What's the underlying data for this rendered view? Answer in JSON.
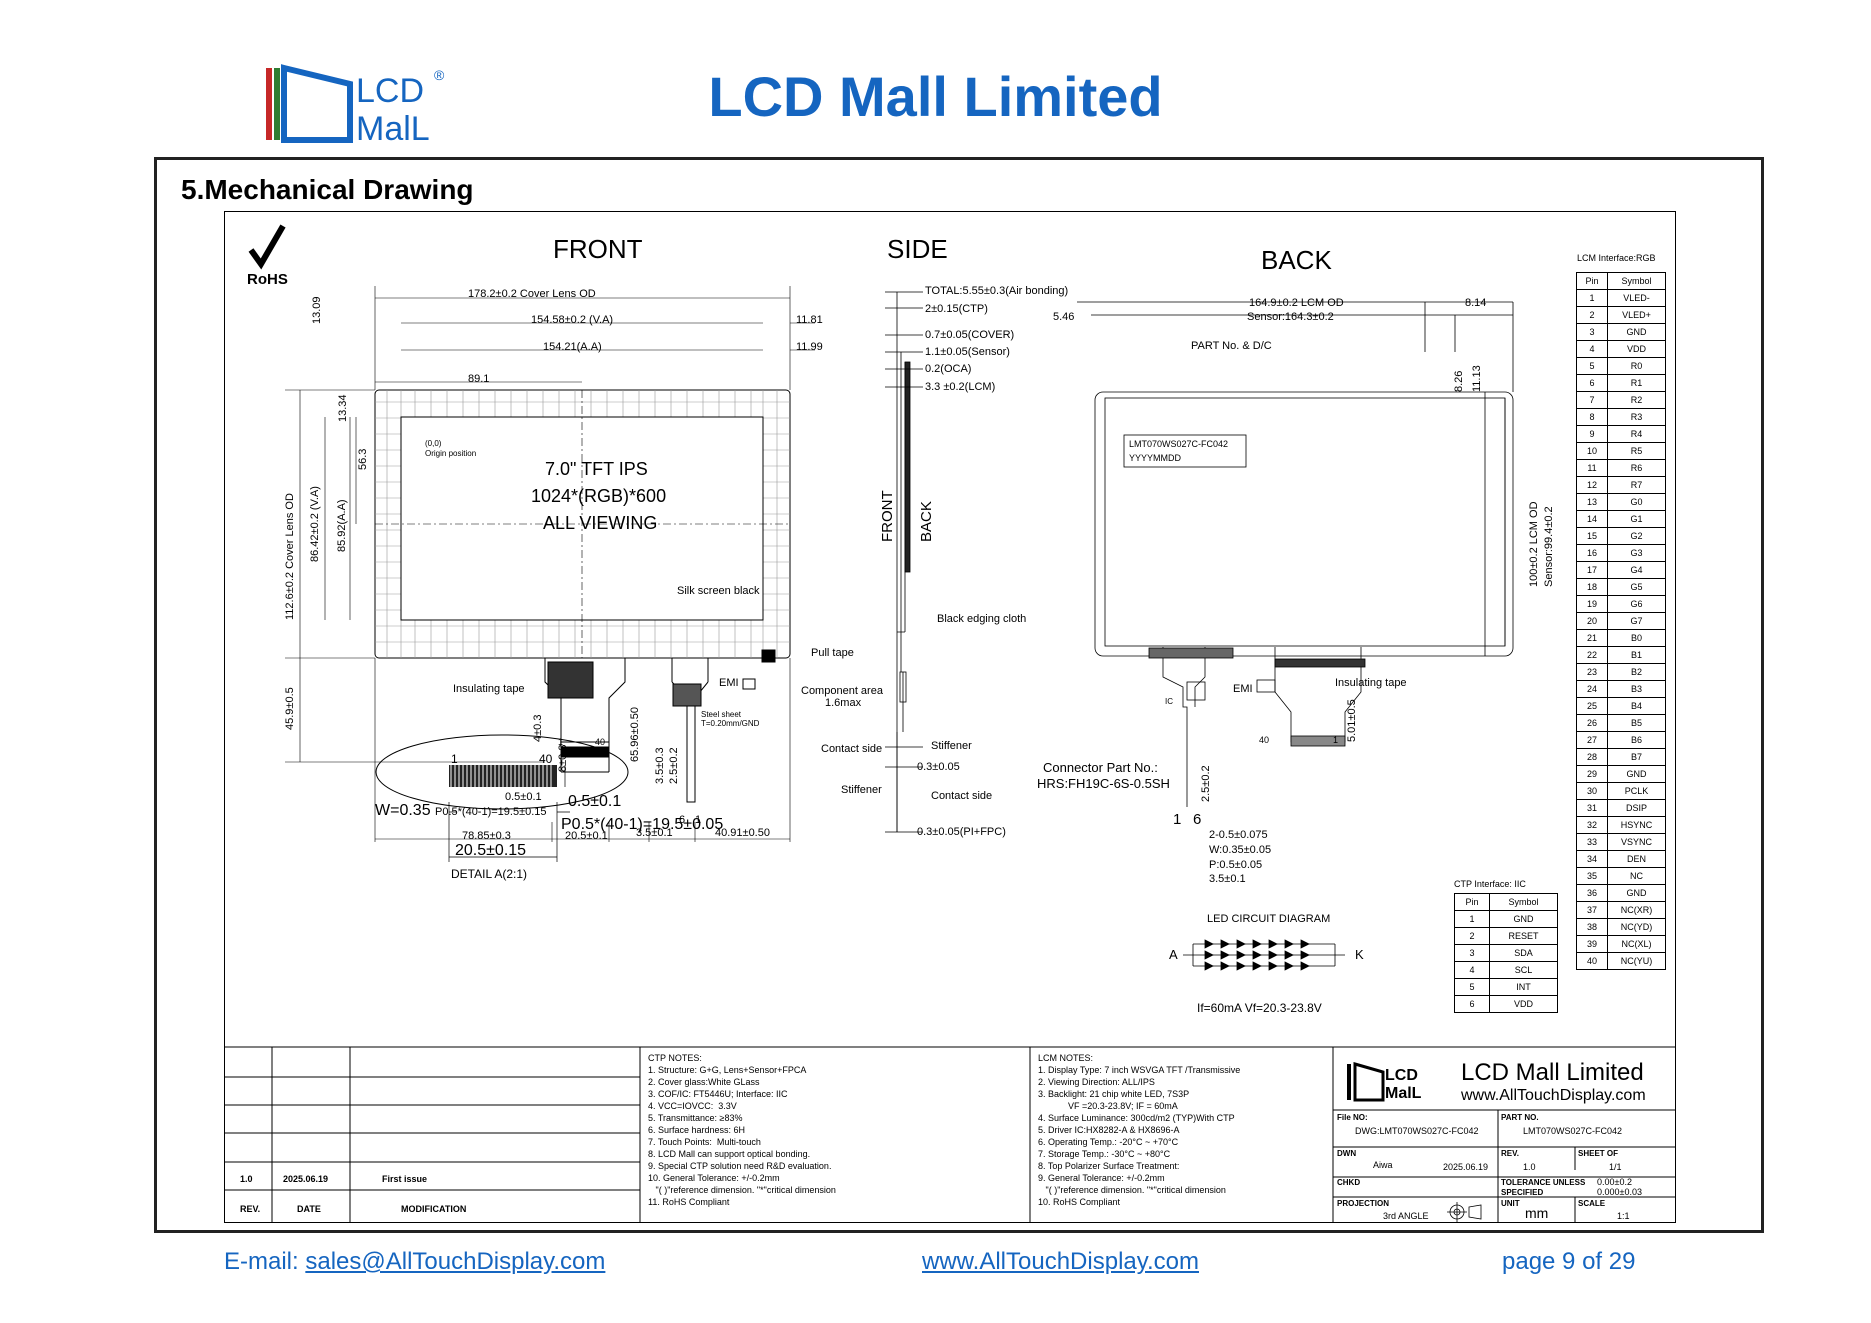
{
  "header": {
    "title": "LCD Mall Limited",
    "logo_text_top": "LCD",
    "logo_text_bottom": "MalL",
    "logo_reg": "®"
  },
  "section": {
    "title": "5.Mechanical Drawing"
  },
  "drawing": {
    "rohs": "RoHS",
    "views": {
      "front": "FRONT",
      "side": "SIDE",
      "back": "BACK"
    },
    "front": {
      "display_line1": "7.0\" TFT IPS",
      "display_line2": "1024*(RGB)*600",
      "display_line3": "ALL VIEWING",
      "origin": "(0,0)",
      "origin_label": "Origin position",
      "dim_cover_lens": "178.2±0.2  Cover Lens OD",
      "dim_va": "154.58±0.2 (V.A)",
      "dim_aa": "154.21(A.A)",
      "dim_89": "89.1",
      "dim_1181": "11.81",
      "dim_1199": "11.99",
      "dim_1309": "13.09",
      "dim_1334": "13.34",
      "dim_563": "56.3",
      "dim_v_cover": "112.6±0.2  Cover Lens OD",
      "dim_v_va": "86.42±0.2 (V.A)",
      "dim_v_aa": "85.92(A.A)",
      "silk": "Silk screen black",
      "pull_tape": "Pull tape",
      "insulating": "Insulating tape",
      "emi": "EMI",
      "steel_sheet": "Steel sheet",
      "steel_sheet2": "T=0.20mm/GND",
      "dim_459": "45.9±0.5",
      "dim_403": "4±0.3",
      "dim_6596": "65.96±0.50",
      "dim_35": "3.5±0.3",
      "dim_25": "2.5±0.2",
      "w": "W=0.35±0.03",
      "p05": "0.5±0.1",
      "pitch": "P0.5*(40-1)=19.5±0.15",
      "dim_7885": "78.85±0.3",
      "dim_205": "20.5±0.1",
      "dim_351": "3.5±0.1",
      "dim_4091": "40.91±0.50",
      "pin1": "1",
      "pin40": "40",
      "pin6": "6",
      "pin1b": "1"
    },
    "detail": {
      "pin1": "1",
      "pin40": "40",
      "w": "W=0.35",
      "p": "0.5±0.1",
      "pitch": "P0.5*(40-1)=19.5±0.05",
      "width": "20.5±0.15",
      "h": "8±0.3",
      "title": "DETAIL A(2:1)"
    },
    "side": {
      "total": "TOTAL:5.55±0.3(Air bonding)",
      "ctp": "2±0.15(CTP)",
      "cover": "0.7±0.05(COVER)",
      "sensor": "1.1±0.05(Sensor)",
      "oca": "0.2(OCA)",
      "lcm": "3.3 ±0.2(LCM)",
      "front": "FRONT",
      "back": "BACK",
      "black_edging": "Black edging cloth",
      "component": "Component area",
      "component2": "1.6max",
      "contact_side": "Contact side",
      "stiffener": "Stiffener",
      "d03": "0.3±0.05",
      "stiffener2": "Stiffener",
      "contact_side2": "Contact side",
      "pi_fpc": "0.3±0.05(PI+FPC)"
    },
    "back": {
      "lcm_od": "164.9±0.2 LCM OD",
      "sensor": "Sensor:164.3±0.2",
      "d546": "5.46",
      "d814": "8.14",
      "d826": "8.26",
      "d1113": "11.13",
      "part_no": "PART No. & D/C",
      "label1": "LMT070WS027C-FC042",
      "label2": "YYYYMMDD",
      "v_lcm": "100±0.2 LCM OD",
      "v_sensor": "Sensor:99.4±0.2",
      "emi": "EMI",
      "ic": "IC",
      "insulating": "Insulating tape",
      "d501": "5.01±0.5",
      "pin40": "40",
      "pin1": "1",
      "connector": "Connector Part No.:",
      "connector2": "HRS:FH19C-6S-0.5SH",
      "d25": "2.5±0.2",
      "c1": "1",
      "c6": "6",
      "c_a": "2-0.5±0.075",
      "c_w": "W:0.35±0.05",
      "c_p": "P:0.5±0.05",
      "c_d": "3.5±0.1",
      "led_title": "LED CIRCUIT DIAGRAM",
      "led_a": "A",
      "led_k": "K",
      "led_spec": "If=60mA  Vf=20.3-23.8V"
    },
    "ctp_interface": {
      "title": "CTP Interface: IIC",
      "headers": [
        "Pin",
        "Symbol"
      ],
      "rows": [
        [
          "1",
          "GND"
        ],
        [
          "2",
          "RESET"
        ],
        [
          "3",
          "SDA"
        ],
        [
          "4",
          "SCL"
        ],
        [
          "5",
          "INT"
        ],
        [
          "6",
          "VDD"
        ]
      ]
    },
    "lcm_interface": {
      "title": "LCM Interface:RGB",
      "headers": [
        "Pin",
        "Symbol"
      ],
      "rows": [
        [
          "1",
          "VLED-"
        ],
        [
          "2",
          "VLED+"
        ],
        [
          "3",
          "GND"
        ],
        [
          "4",
          "VDD"
        ],
        [
          "5",
          "R0"
        ],
        [
          "6",
          "R1"
        ],
        [
          "7",
          "R2"
        ],
        [
          "8",
          "R3"
        ],
        [
          "9",
          "R4"
        ],
        [
          "10",
          "R5"
        ],
        [
          "11",
          "R6"
        ],
        [
          "12",
          "R7"
        ],
        [
          "13",
          "G0"
        ],
        [
          "14",
          "G1"
        ],
        [
          "15",
          "G2"
        ],
        [
          "16",
          "G3"
        ],
        [
          "17",
          "G4"
        ],
        [
          "18",
          "G5"
        ],
        [
          "19",
          "G6"
        ],
        [
          "20",
          "G7"
        ],
        [
          "21",
          "B0"
        ],
        [
          "22",
          "B1"
        ],
        [
          "23",
          "B2"
        ],
        [
          "24",
          "B3"
        ],
        [
          "25",
          "B4"
        ],
        [
          "26",
          "B5"
        ],
        [
          "27",
          "B6"
        ],
        [
          "28",
          "B7"
        ],
        [
          "29",
          "GND"
        ],
        [
          "30",
          "PCLK"
        ],
        [
          "31",
          "DSIP"
        ],
        [
          "32",
          "HSYNC"
        ],
        [
          "33",
          "VSYNC"
        ],
        [
          "34",
          "DEN"
        ],
        [
          "35",
          "NC"
        ],
        [
          "36",
          "GND"
        ],
        [
          "37",
          "NC(XR)"
        ],
        [
          "38",
          "NC(YD)"
        ],
        [
          "39",
          "NC(XL)"
        ],
        [
          "40",
          "NC(YU)"
        ]
      ]
    },
    "revision": {
      "rev": "1.0",
      "date": "2025.06.19",
      "mod": "First issue",
      "h_rev": "REV.",
      "h_date": "DATE",
      "h_mod": "MODIFICATION"
    },
    "ctp_notes": "CTP NOTES:\n1. Structure: G+G, Lens+Sensor+FPCA\n2. Cover glass:White GLass\n3. COF/IC: FT5446U; Interface: IIC\n4. VCC=IOVCC:  3.3V\n5. Transmittance: ≥83%\n6. Surface hardness: 6H\n7. Touch Points:  Multi-touch\n8. LCD Mall can support optical bonding.\n9. Special CTP solution need R&D evaluation.\n10. General Tolerance: +/-0.2mm\n   \"( )\"reference dimension. \"*\"critical dimension\n11. RoHS Compliant",
    "lcm_notes": "LCM NOTES:\n1. Display Type: 7 inch WSVGA TFT /Transmissive\n2. Viewing Direction: ALL/IPS\n3. Backlight: 21 chip white LED, 7S3P\n            VF =20.3-23.8V; IF = 60mA\n4. Surface Luminance: 300cd/m2 (TYP)With CTP\n5. Driver IC:HX8282-A & HX8696-A\n6. Operating Temp.: -20°C ~ +70°C\n7. Storage Temp.: -30°C ~ +80°C\n8. Top Polarizer Surface Treatment:\n9. General Tolerance: +/-0.2mm\n   \"( )\"reference dimension. \"*\"critical dimension\n10. RoHS Compliant",
    "title_block": {
      "company": "LCD Mall Limited",
      "website": "www.AllTouchDisplay.com",
      "file_no_label": "File NO:",
      "file_no": "DWG:LMT070WS027C-FC042",
      "part_no_label": "PART NO.",
      "part_no": "LMT070WS027C-FC042",
      "dwn_label": "DWN",
      "dwn": "Aiwa",
      "dwn_date": "2025.06.19",
      "rev_label": "REV.",
      "rev": "1.0",
      "sheet_label": "SHEET OF",
      "sheet": "1/1",
      "chkd_label": "CHKD",
      "tol_label": "TOLERANCE UNLESS",
      "tol_label2": "SPECIFIED",
      "tol1": "0.00±0.2",
      "tol2": "0.000±0.03",
      "proj_label": "PROJECTION",
      "proj": "3rd ANGLE",
      "unit_label": "UNIT",
      "unit": "mm",
      "scale_label": "SCALE",
      "scale": "1:1"
    }
  },
  "footer": {
    "email_label": "E-mail: ",
    "email": "sales@AllTouchDisplay.com",
    "website": "www.AllTouchDisplay.com",
    "page": "page 9 of 29"
  },
  "colors": {
    "brand": "#1565c0",
    "logo_red": "#c62828",
    "logo_green": "#2e7d32",
    "logo_blue": "#1565c0"
  }
}
